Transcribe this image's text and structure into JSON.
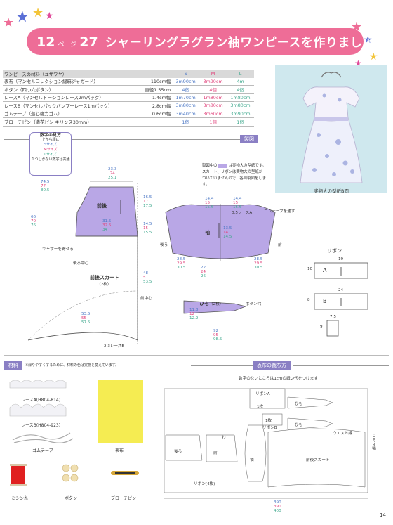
{
  "header": {
    "page_num": "12",
    "page_suffix": "ページ",
    "item_num": "27",
    "title": "シャーリングラグラン袖ワンピースを作りましょう"
  },
  "materials_table": {
    "headers": [
      "ワンピースの材料（ユザワヤ）",
      "",
      "S",
      "M",
      "L"
    ],
    "rows": [
      {
        "name": "表布（マンセルコレクション綿麻ジャガード）",
        "size": "110cm幅",
        "s": "3m90cm",
        "m": "3m90cm",
        "l": "4m"
      },
      {
        "name": "ボタン（四つ穴ボタン）",
        "size": "直径1.55cm",
        "s": "4個",
        "m": "4個",
        "l": "4個"
      },
      {
        "name": "レースA（マンセルトーションレース2mパック）",
        "size": "1.4cm幅",
        "s": "1m70cm",
        "m": "1m80cm",
        "l": "1m80cm"
      },
      {
        "name": "レースB（マンセルパックパンプーレース1mパック）",
        "size": "2.8cm幅",
        "s": "3m80cm",
        "m": "3m80cm",
        "l": "3m80cm"
      },
      {
        "name": "ゴムテープ（遊心強力ゴム）",
        "size": "0.6cm幅",
        "s": "3m40cm",
        "m": "3m60cm",
        "l": "3m90cm"
      },
      {
        "name": "ブローチピン（造花ピン キリンス30mm）",
        "size": "",
        "s": "1個",
        "m": "1個",
        "l": "1個"
      }
    ]
  },
  "photo_caption": "実物大の型紙B面",
  "section_labels": {
    "seizu": "製図",
    "materials": "材料",
    "materials_note": "※繰りやすくするために、材料の色は実物と変えています。",
    "cutting": "表布の裁ち方",
    "cutting_note": "数字のないところは1cmの縫い代をつけます"
  },
  "legend": {
    "title": "数字の見方",
    "line1": "上から順に",
    "s": "Sサイズ",
    "m": "Mサイズ",
    "l": "Lサイズ",
    "common": "１つしかない数字は共通"
  },
  "note": {
    "line1": "は実物大の型紙です。",
    "line2": "スカート、リボンは実物大の型紙が",
    "line3": "ついていませんので、各自製図をします。",
    "prefix": "製図中の"
  },
  "pattern_labels": {
    "front": "前後",
    "skirt": "前後スカート",
    "skirt_count": "（2枚）",
    "sleeve": "袖",
    "himo": "ひも",
    "himo_count": "（2枚）",
    "ribbon": "リボン",
    "ribbon_a": "A",
    "ribbon_b": "B",
    "lace_b": "2.3レースB",
    "front_center": "前中心",
    "back_center": "後ろ中心",
    "gather_note": "ギャザーを寄せる",
    "gomu_tape": "ゴムテープを通す",
    "button_hole": "ボタン穴",
    "lace_a": "0.5レースA",
    "front_mark": "前",
    "back_mark": "後ろ"
  },
  "measurements": {
    "front_top": [
      "23.3",
      "24",
      "25.1"
    ],
    "front_side": [
      "16.5",
      "17",
      "17.5"
    ],
    "front_side2": [
      "14.5",
      "15",
      "15.5"
    ],
    "front_bodice_s": [
      "74.5",
      "77",
      "80.5"
    ],
    "front_bodice_m": [
      "66",
      "70",
      "76"
    ],
    "front_mid": [
      "31.5",
      "32.5",
      "34"
    ],
    "skirt_len": [
      "48",
      "51",
      "53.5"
    ],
    "skirt_hem": [
      "53.5",
      "55",
      "57.5"
    ],
    "sleeve_top": [
      "14.4",
      "15",
      "15.6"
    ],
    "sleeve_top2": [
      "14.4",
      "15",
      "15.6"
    ],
    "sleeve_mid": [
      "13.5",
      "14",
      "14.5"
    ],
    "sleeve_bottom": [
      "28.5",
      "29.5",
      "30.5"
    ],
    "sleeve_gomu": [
      "22",
      "24",
      "26"
    ],
    "sleeve_bottom_r": [
      "28.5",
      "29.5",
      "30.5"
    ],
    "himo_inner": [
      "11.8",
      "12",
      "12.2"
    ],
    "himo_len": [
      "92",
      "95",
      "98.5"
    ],
    "ribbon_a_w": "19",
    "ribbon_a_h": "10",
    "ribbon_b_w": "24",
    "ribbon_b_h": "8",
    "tab_w": "7.5",
    "tab_h": "9"
  },
  "material_swatches": {
    "lace_a": "レースA(H804-814)",
    "lace_b": "レースB(H804-923)",
    "gomu": "ゴムテープ",
    "fabric": "表布",
    "thread": "ミシン糸",
    "button": "ボタン",
    "brooch": "ブローチピン"
  },
  "cutting_layout": {
    "width_label": "110cm幅",
    "lengths": [
      "390",
      "390",
      "400"
    ],
    "pieces": [
      "リボンA",
      "リボンB",
      "ひも",
      "ひも",
      "前後スカート",
      "袖",
      "前",
      "後ろ",
      "リボン(4枚)",
      "ウエスト線",
      "わ",
      "1枚",
      "1枚"
    ]
  },
  "page_number": "14",
  "colors": {
    "banner": "#ee6d97",
    "pattern_fill": "#b9a7e6",
    "section_tag": "#8a7fc4",
    "size_s": "#4a76c4",
    "size_m": "#e0447c",
    "size_l": "#3ca78c",
    "fabric_yellow": "#f5ec52"
  }
}
